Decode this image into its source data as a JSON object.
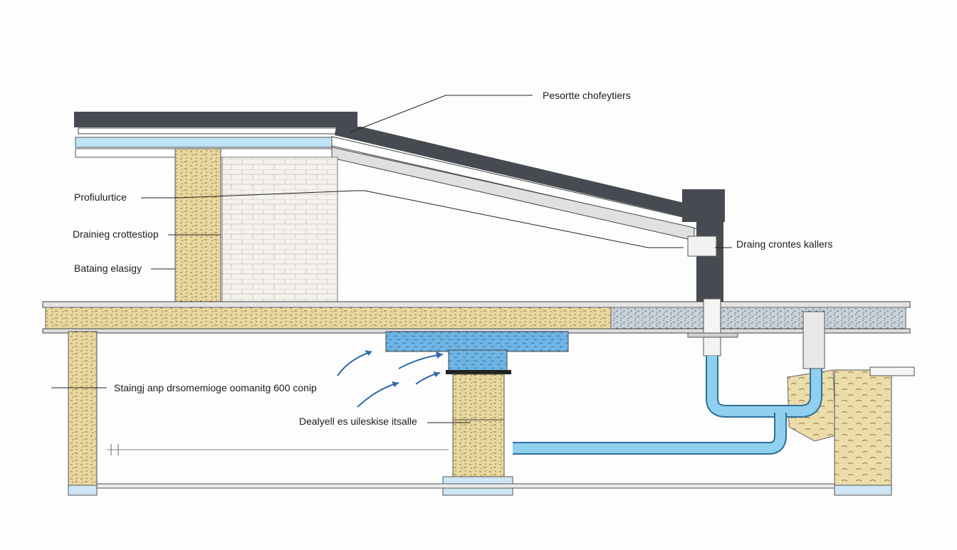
{
  "labels": {
    "top_right": "Pesortte chofeytiers",
    "left_1": "Profiulurtice",
    "left_2": "Drainieg crottestiop",
    "left_3": "Bataing elasigy",
    "right_1": "Draing crontes kallers",
    "middle_long": "Staingj anp drsomemioge oomanitg 600 conip",
    "middle_short": "Dealyell es uileskise itsalle"
  },
  "colors": {
    "roof_dark": "#454a50",
    "water_blue": "#5aa9da",
    "pipe_blue": "#6ec0e8",
    "insulation": "#e6d59a",
    "gravel": "#b8c3cc",
    "brick": "#f1efe8",
    "line": "#2a2a2a"
  },
  "icons": {
    "arrows": "flow-arrow-icon"
  }
}
